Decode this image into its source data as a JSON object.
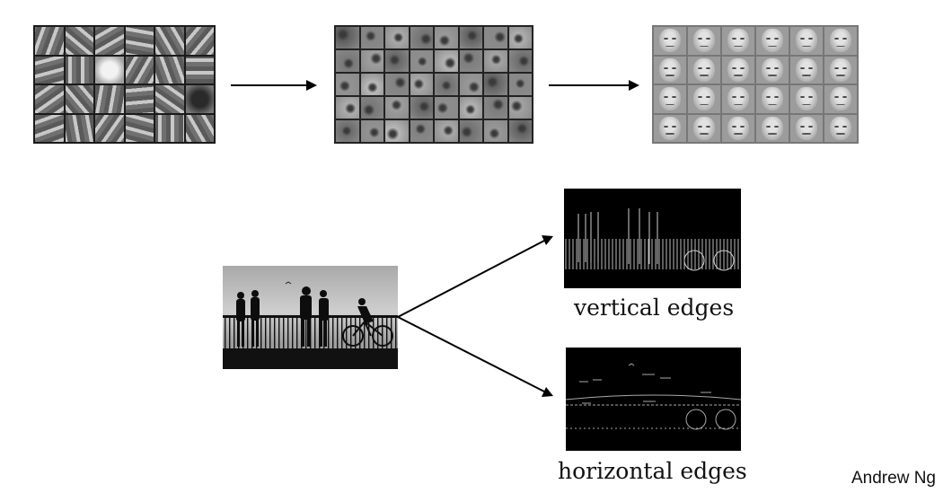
{
  "labels": {
    "vertical": "vertical edges",
    "horizontal": "horizontal edges",
    "author": "Andrew Ng"
  },
  "colors": {
    "arrow": "#000000",
    "background": "#ffffff",
    "edge_bg": "#000000"
  },
  "panels": {
    "low_level": "grid-of-edge-filters",
    "mid_level": "grid-of-face-parts",
    "high_level": "grid-of-faces",
    "photo": "silhouettes-on-bridge",
    "vertical_edge_map": "vertical-edge-output",
    "horizontal_edge_map": "horizontal-edge-output"
  }
}
